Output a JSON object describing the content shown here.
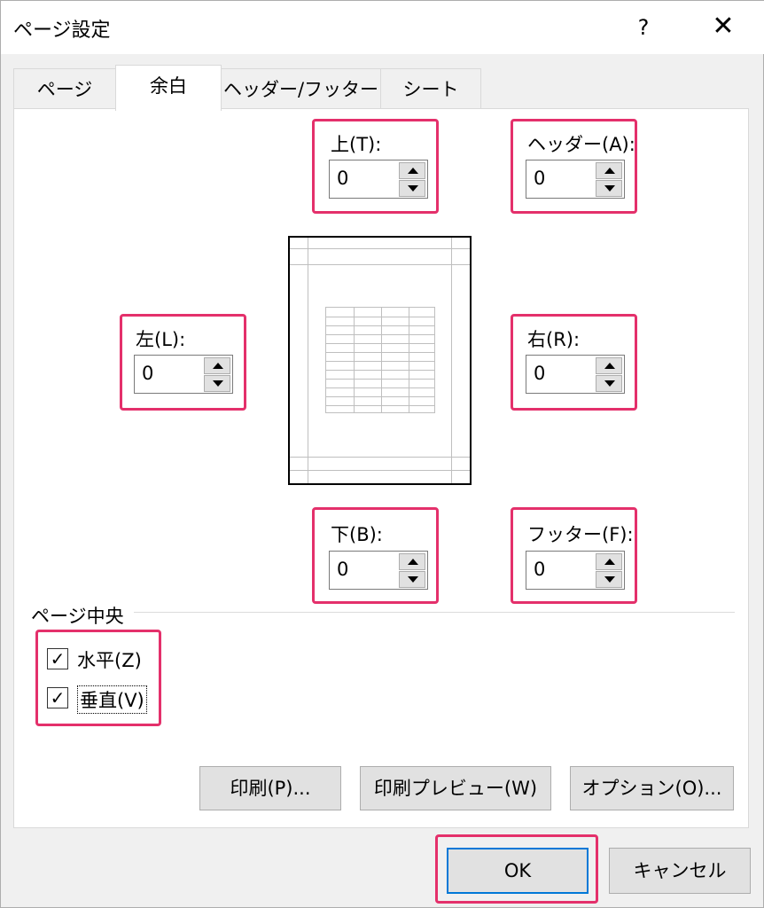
{
  "window": {
    "title": "ページ設定",
    "help_glyph": "?",
    "close_glyph": "✕"
  },
  "tabs": [
    {
      "label": "ページ"
    },
    {
      "label": "余白"
    },
    {
      "label": "ヘッダー/フッター"
    },
    {
      "label": "シート"
    }
  ],
  "margins": {
    "top": {
      "label": "上(T):",
      "value": "0"
    },
    "header": {
      "label": "ヘッダー(A):",
      "value": "0"
    },
    "left": {
      "label": "左(L):",
      "value": "0"
    },
    "right": {
      "label": "右(R):",
      "value": "0"
    },
    "bottom": {
      "label": "下(B):",
      "value": "0"
    },
    "footer": {
      "label": "フッター(F):",
      "value": "0"
    }
  },
  "center": {
    "group_label": "ページ中央",
    "horizontal": {
      "label": "水平(Z)",
      "checked": true,
      "check_glyph": "✓"
    },
    "vertical": {
      "label": "垂直(V)",
      "checked": true,
      "check_glyph": "✓"
    }
  },
  "panel_buttons": {
    "print": "印刷(P)...",
    "preview": "印刷プレビュー(W)",
    "options": "オプション(O)..."
  },
  "footer_buttons": {
    "ok": "OK",
    "cancel": "キャンセル"
  },
  "colors": {
    "highlight": "#e4306b",
    "ok_focus": "#0078d7"
  }
}
